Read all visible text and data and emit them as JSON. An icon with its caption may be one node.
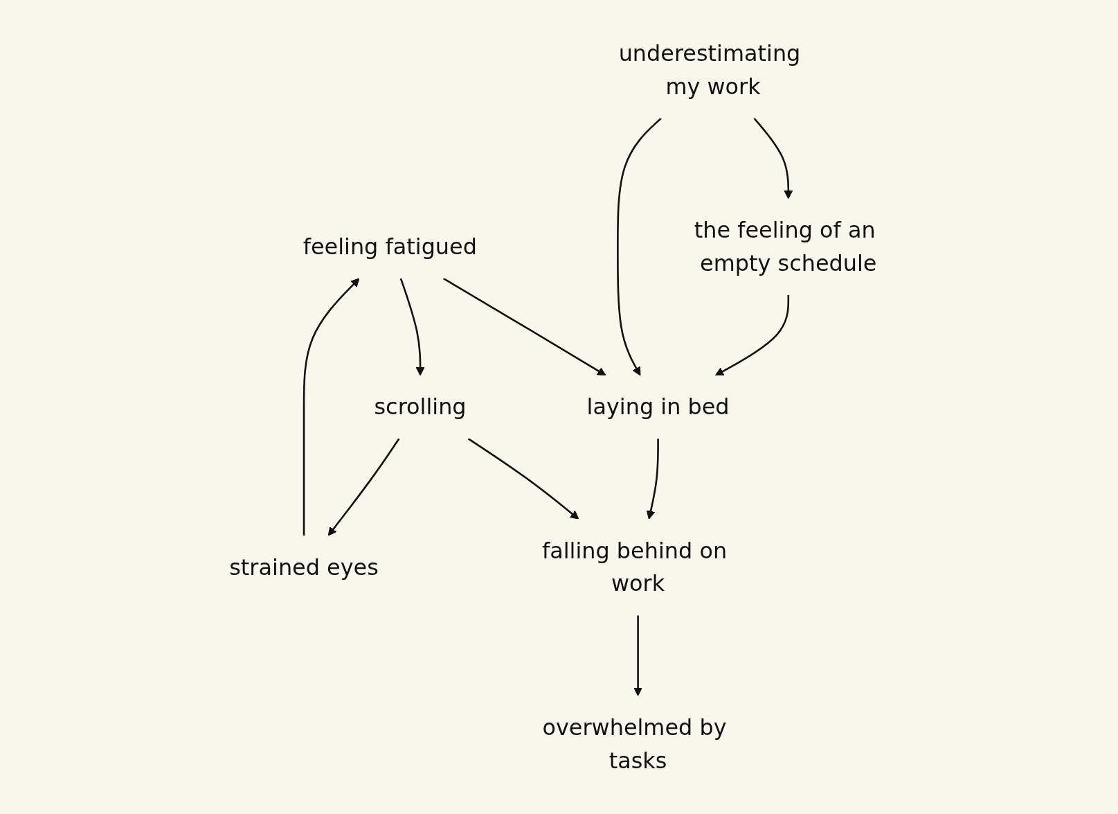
{
  "diagram": {
    "nodes": [
      {
        "text": [
          "feeling fatigued"
        ]
      },
      {
        "text": [
          "laying in bed"
        ]
      },
      {
        "text": [
          "the feeling of an empty schedule"
        ]
      },
      {
        "text": [
          "overwhelmed by tasks"
        ]
      },
      {
        "text": [
          "underestimating my work"
        ]
      },
      {
        "text": [
          "scrolling"
        ]
      },
      {
        "text": [
          "falling behind on work"
        ]
      },
      {
        "text": [
          "strained eyes"
        ]
      }
    ],
    "edges": [
      {
        "from": 0,
        "to": 1,
        "arrow": "to"
      },
      {
        "from": 0,
        "to": 5,
        "arrow": "to"
      },
      {
        "from": 7,
        "to": 0,
        "arrow": "to"
      },
      {
        "from": 2,
        "to": 1,
        "arrow": "to"
      },
      {
        "from": 4,
        "to": 2,
        "arrow": "to"
      },
      {
        "from": 4,
        "to": 1,
        "arrow": "to"
      },
      {
        "from": 1,
        "to": 6,
        "arrow": "to"
      },
      {
        "from": 6,
        "to": 3,
        "arrow": "to"
      },
      {
        "from": 5,
        "to": 6,
        "arrow": "to"
      },
      {
        "from": 5,
        "to": 7,
        "arrow": "to"
      }
    ]
  }
}
